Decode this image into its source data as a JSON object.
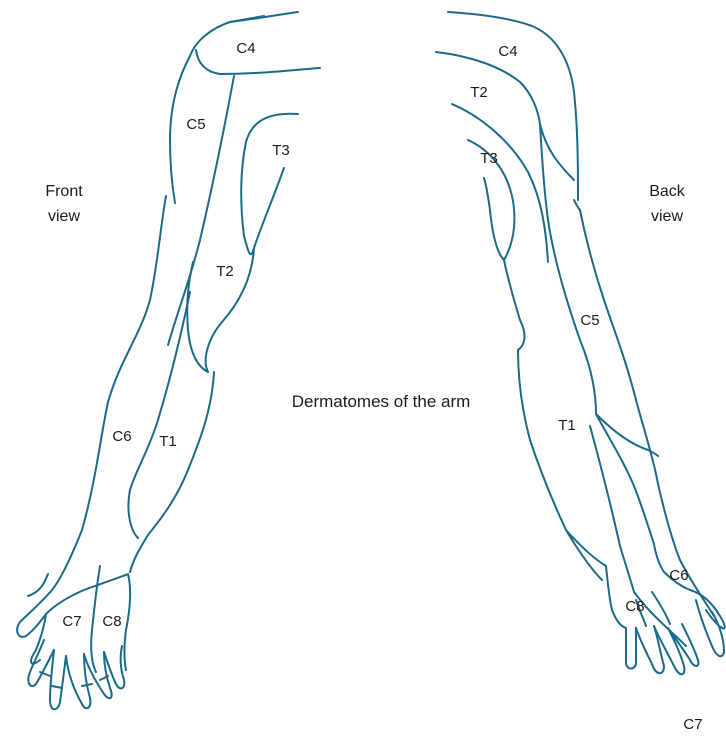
{
  "title": "Dermatomes of the arm",
  "views": {
    "front": {
      "line1": "Front",
      "line2": "view"
    },
    "back": {
      "line1": "Back",
      "line2": "view"
    }
  },
  "front_labels": {
    "c4": "C4",
    "c5": "C5",
    "t3": "T3",
    "t2": "T2",
    "c6": "C6",
    "t1": "T1",
    "c7": "C7",
    "c8": "C8"
  },
  "back_labels": {
    "c4": "C4",
    "t2": "T2",
    "t3": "T3",
    "c5": "C5",
    "t1": "T1",
    "c6": "C6",
    "c8": "C8",
    "c7": "C7"
  },
  "colors": {
    "outline": "#1b6a88",
    "text": "#1a1a1a",
    "background": "#ffffff"
  }
}
